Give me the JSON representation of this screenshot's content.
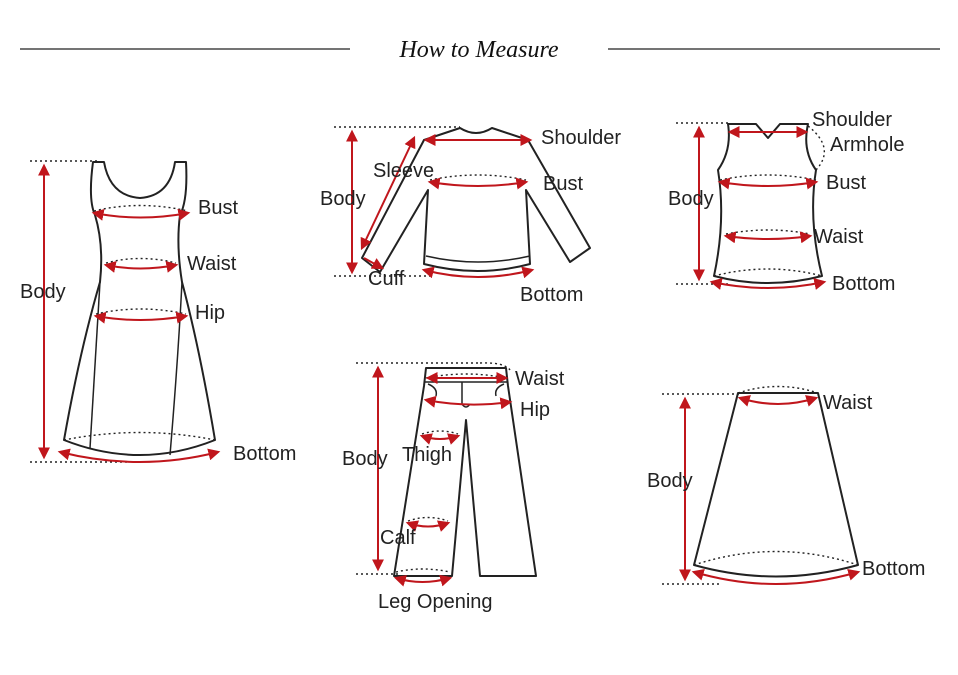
{
  "title": "How to Measure",
  "colors": {
    "accent": "#c0161c",
    "ink": "#222222",
    "background": "#ffffff"
  },
  "dress": {
    "bust": "Bust",
    "waist": "Waist",
    "hip": "Hip",
    "body": "Body",
    "bottom": "Bottom"
  },
  "shirt": {
    "shoulder": "Shoulder",
    "sleeve": "Sleeve",
    "bust": "Bust",
    "body": "Body",
    "cuff": "Cuff",
    "bottom": "Bottom"
  },
  "vest": {
    "shoulder": "Shoulder",
    "armhole": "Armhole",
    "bust": "Bust",
    "body": "Body",
    "waist": "Waist",
    "bottom": "Bottom"
  },
  "pants": {
    "waist": "Waist",
    "hip": "Hip",
    "body": "Body",
    "thigh": "Thigh",
    "calf": "Calf",
    "leg_opening": "Leg Opening"
  },
  "skirt": {
    "waist": "Waist",
    "body": "Body",
    "bottom": "Bottom"
  }
}
